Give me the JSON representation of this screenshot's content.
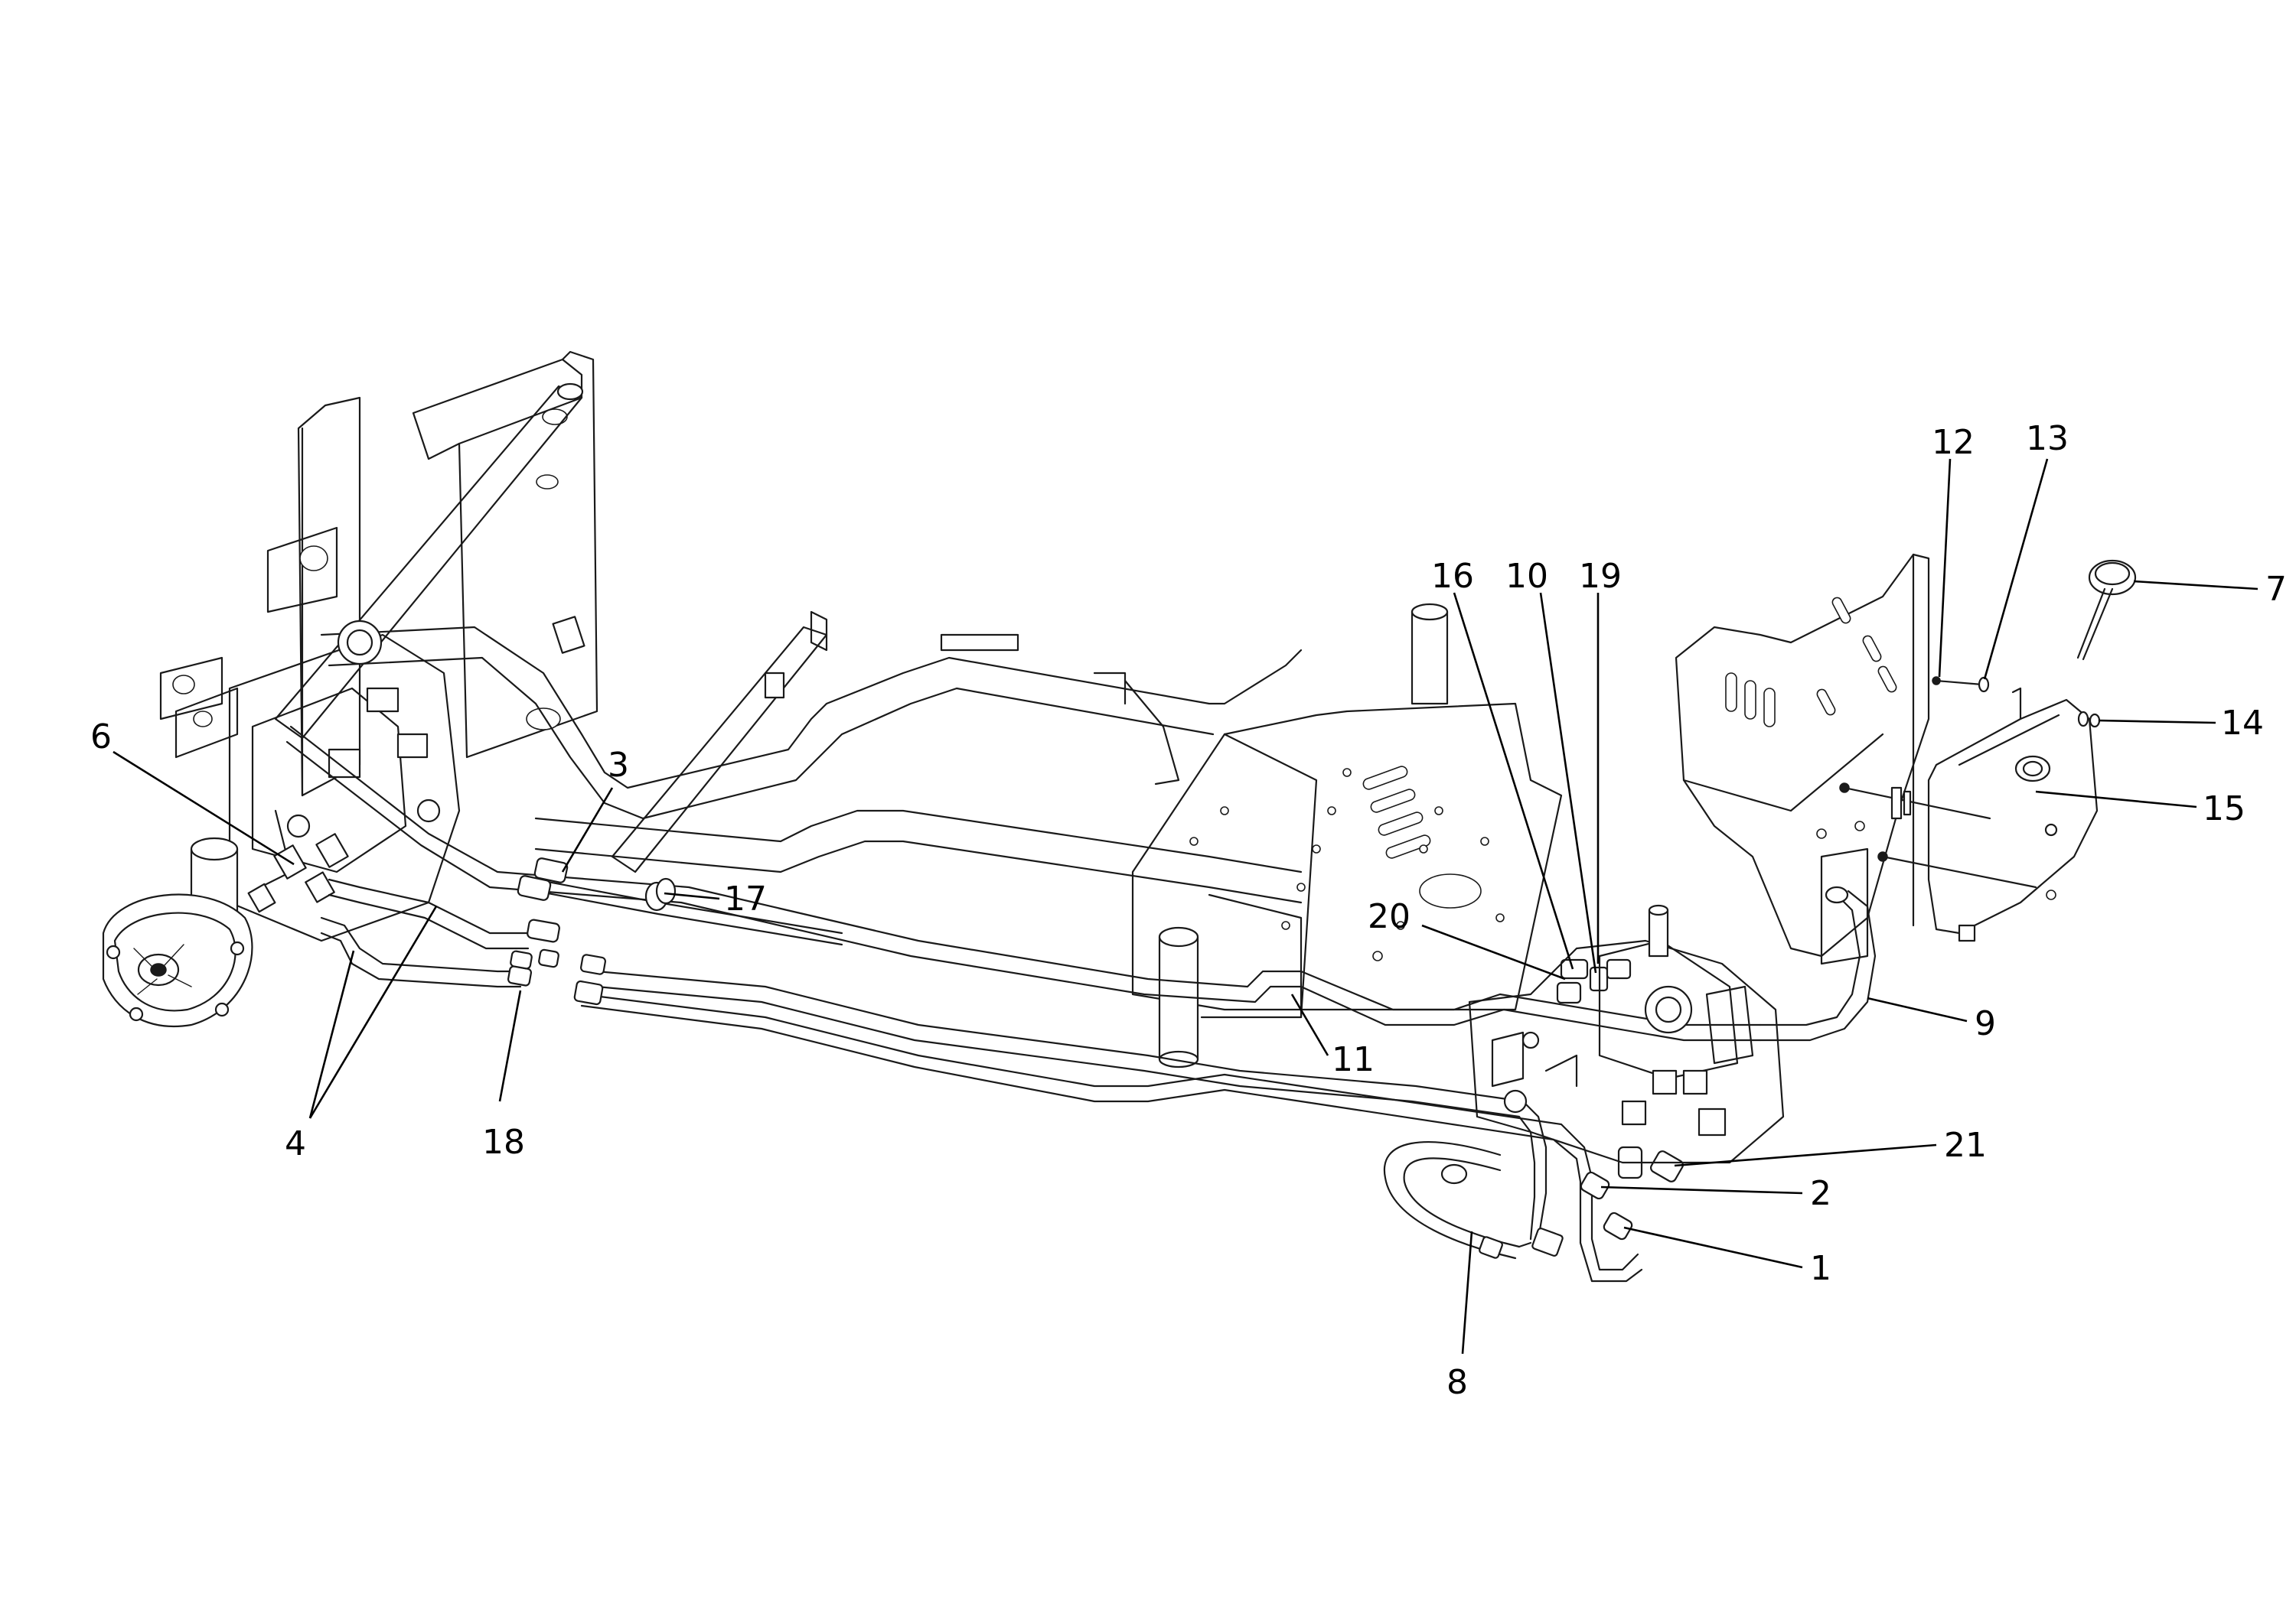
{
  "callouts": [
    {
      "id": "c1",
      "label": "1"
    },
    {
      "id": "c2",
      "label": "2"
    },
    {
      "id": "c3",
      "label": "3"
    },
    {
      "id": "c4",
      "label": "4"
    },
    {
      "id": "c6",
      "label": "6"
    },
    {
      "id": "c7",
      "label": "7"
    },
    {
      "id": "c8",
      "label": "8"
    },
    {
      "id": "c9",
      "label": "9"
    },
    {
      "id": "c10",
      "label": "10"
    },
    {
      "id": "c11",
      "label": "11"
    },
    {
      "id": "c12",
      "label": "12"
    },
    {
      "id": "c13",
      "label": "13"
    },
    {
      "id": "c14",
      "label": "14"
    },
    {
      "id": "c15",
      "label": "15"
    },
    {
      "id": "c16",
      "label": "16"
    },
    {
      "id": "c17",
      "label": "17"
    },
    {
      "id": "c18",
      "label": "18"
    },
    {
      "id": "c19",
      "label": "19"
    },
    {
      "id": "c20",
      "label": "20"
    },
    {
      "id": "c21",
      "label": "21"
    }
  ]
}
